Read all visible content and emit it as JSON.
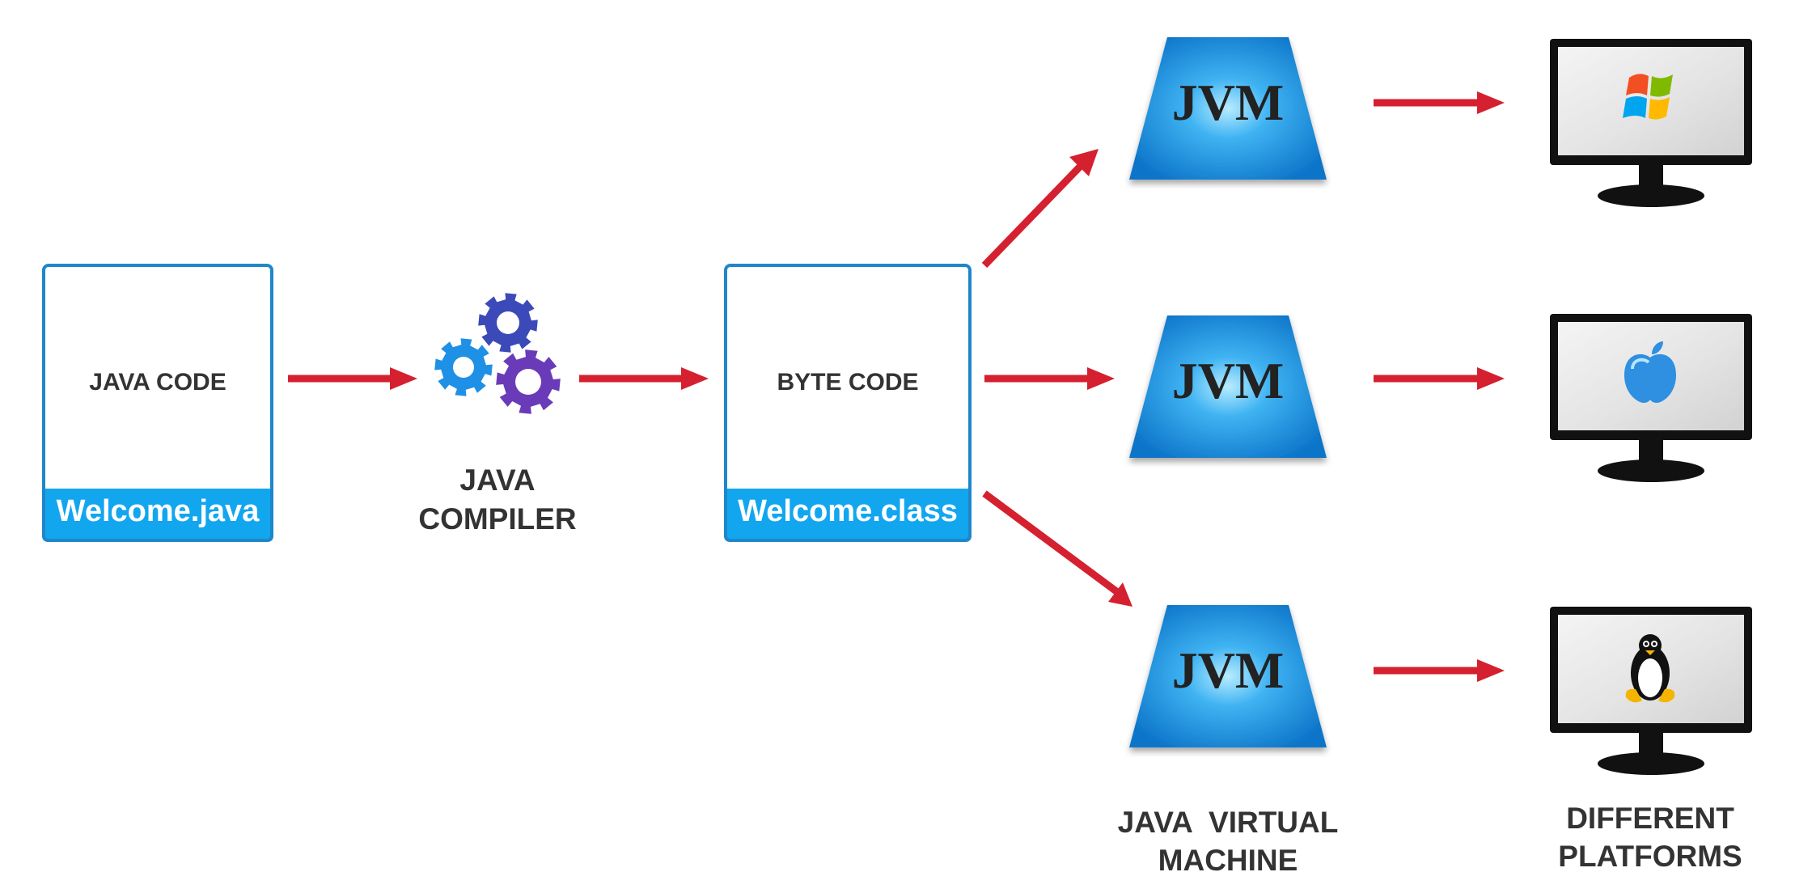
{
  "colors": {
    "arrow": "#d5202f",
    "box_border": "#1f87c9",
    "file_band": "#12a6ef",
    "jvm_blue": "#1c8fe0",
    "jvm_highlight": "#8fdcff",
    "gear_light_blue": "#1e90e6",
    "gear_indigo": "#3b4ab8",
    "gear_purple": "#6a3bb8",
    "text_dark": "#333333"
  },
  "source_box": {
    "label": "JAVA CODE",
    "file": "Welcome.java"
  },
  "compiler": {
    "icon": "gears-icon",
    "caption_line1": "JAVA",
    "caption_line2": "COMPILER"
  },
  "bytecode_box": {
    "label": "BYTE CODE",
    "file": "Welcome.class"
  },
  "jvms": [
    {
      "label": "JVM"
    },
    {
      "label": "JVM"
    },
    {
      "label": "JVM"
    }
  ],
  "jvm_caption": {
    "line1": "JAVA  VIRTUAL",
    "line2": "MACHINE"
  },
  "platforms": [
    {
      "icon": "windows-logo-icon"
    },
    {
      "icon": "apple-logo-icon"
    },
    {
      "icon": "linux-tux-icon"
    }
  ],
  "platforms_caption": {
    "line1": "DIFFERENT",
    "line2": "PLATFORMS"
  }
}
